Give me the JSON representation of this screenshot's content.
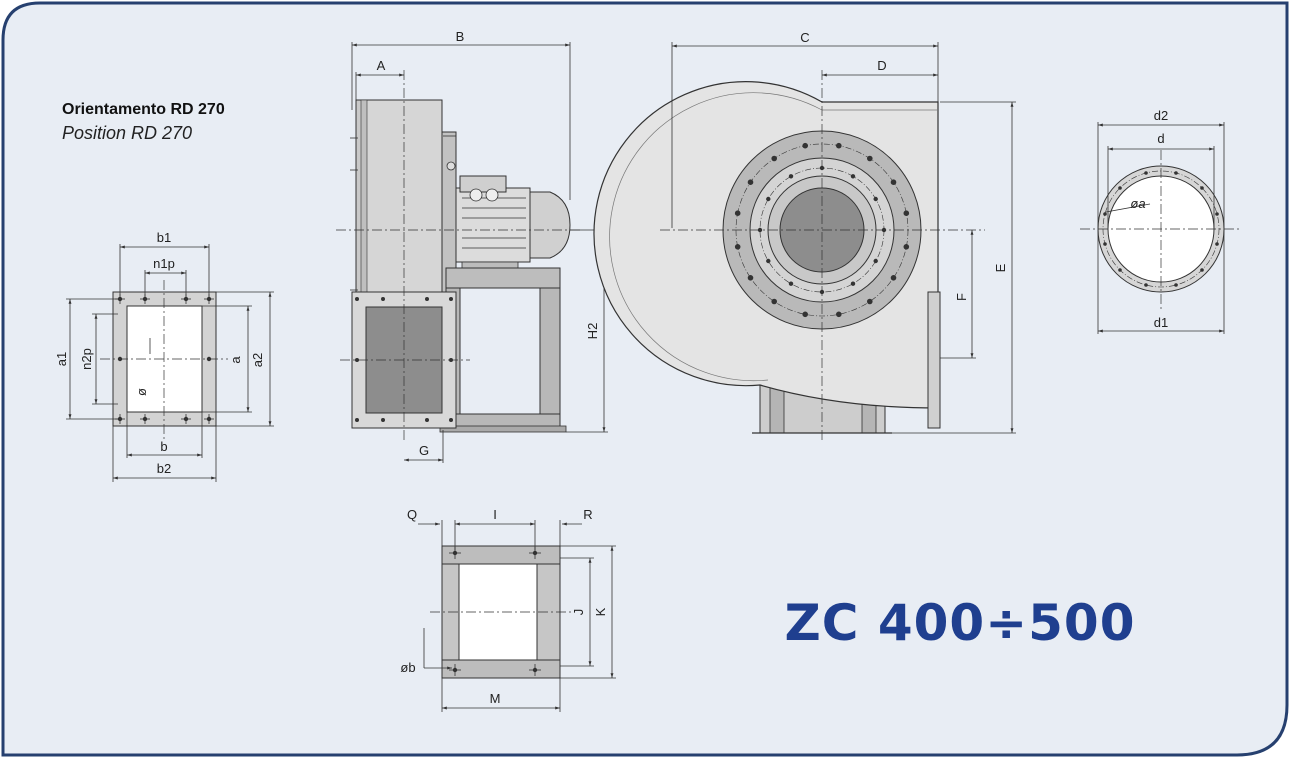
{
  "header": {
    "orientation_it": "Orientamento RD 270",
    "orientation_en": "Position RD 270"
  },
  "model": "ZC 400÷500",
  "dims": {
    "outlet": {
      "b1": "b1",
      "n1p": "n1p",
      "a1": "a1",
      "n2p": "n2p",
      "phi": "ø",
      "a": "a",
      "a2": "a2",
      "b": "b",
      "b2": "b2"
    },
    "side": {
      "A": "A",
      "B": "B",
      "H2": "H2",
      "G": "G"
    },
    "front": {
      "C": "C",
      "D": "D",
      "E": "E",
      "F": "F"
    },
    "inlet": {
      "d2": "d2",
      "d": "d",
      "phia": "øa",
      "d1": "d1"
    },
    "base": {
      "Q": "Q",
      "I": "I",
      "R": "R",
      "J": "J",
      "K": "K",
      "phib": "øb",
      "M": "M"
    }
  },
  "colors": {
    "frame": "#26406f",
    "panel": "#e8edf4",
    "accent": "#1f3f8f",
    "grey_light": "#d3d3d3",
    "grey_mid": "#b9b9b9",
    "grey_dark": "#8d8d8d"
  }
}
